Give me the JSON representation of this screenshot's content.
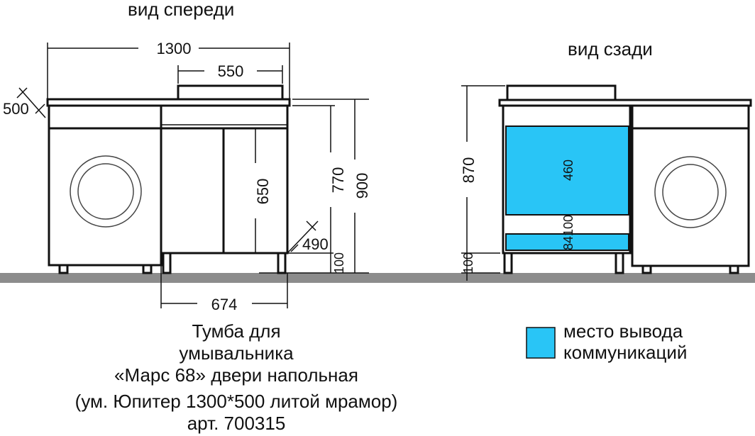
{
  "views": {
    "front_title": "вид спереди",
    "back_title": "вид сзади"
  },
  "dimensions": {
    "total_width": "1300",
    "basin_width": "550",
    "depth_top": "500",
    "height_total": "900",
    "height_counter": "770",
    "door_height": "650",
    "depth_cabinet": "490",
    "leg_height": "100",
    "cabinet_width": "674",
    "back_height": "870",
    "back_leg_height": "100",
    "zone_upper": "460",
    "zone_gap": "100",
    "zone_lower": "84"
  },
  "legend": {
    "color": "#29c5f6",
    "line1": "место вывода",
    "line2": "коммуникаций"
  },
  "caption": {
    "line1": "Тумба для",
    "line2": "умывальника",
    "line3": "«Марс 68» двери напольная",
    "line4": "(ум. Юпитер 1300*500 литой мрамор)",
    "line5": "арт. 700315"
  },
  "colors": {
    "floor": "#8c8c8c",
    "zone": "#29c5f6"
  }
}
